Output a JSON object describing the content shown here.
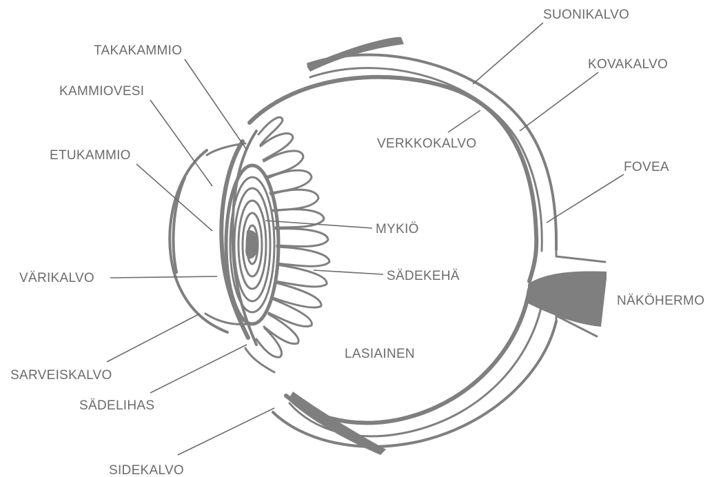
{
  "diagram": {
    "colors": {
      "drawing": "#7f7f7f",
      "text": "#6b6b6b",
      "background": "#ffffff"
    },
    "labels": {
      "suonikalvo": "SUONIKALVO",
      "takakammio": "TAKAKAMMIO",
      "kovakalvo": "KOVAKALVO",
      "kammiovesi": "KAMMIOVESI",
      "verkkokalvo": "VERKKOKALVO",
      "etukammio": "ETUKAMMIO",
      "fovea": "FOVEA",
      "mykio": "MYKIÖ",
      "sadekeha": "SÄDEKEHÄ",
      "varikalvo": "VÄRIKALVO",
      "nakohermo": "NÄKÖHERMO",
      "lasiainen": "LASIAINEN",
      "sarveiskalvo": "SARVEISKALVO",
      "sadelihas": "SÄDELIHAS",
      "sidekalvo": "SIDEKALVO"
    }
  }
}
